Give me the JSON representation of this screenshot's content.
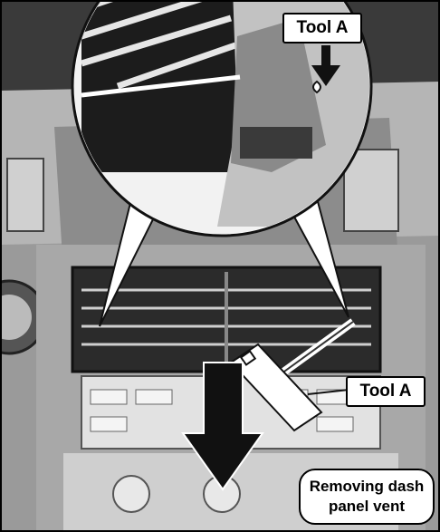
{
  "labels": {
    "tool_a_top": "Tool A",
    "tool_a_bottom": "Tool A"
  },
  "caption": {
    "line1": "Removing dash",
    "line2": "panel vent"
  },
  "colors": {
    "dark": "#1a1a1a",
    "mid": "#6d6d6d",
    "light": "#bdbdbd",
    "lighter": "#d8d8d8",
    "white": "#ffffff"
  }
}
